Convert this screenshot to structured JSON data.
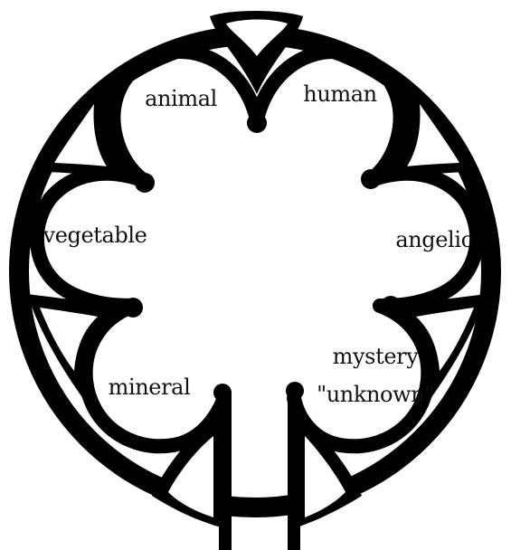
{
  "diagram": {
    "colors": {
      "ink": "#000000",
      "paper": "#ffffff",
      "text": "#111111"
    },
    "lobes": [
      {
        "key": "animal",
        "label": "animal"
      },
      {
        "key": "human",
        "label": "human"
      },
      {
        "key": "vegetable",
        "label": "vegetable"
      },
      {
        "key": "angelic",
        "label": "angelic"
      },
      {
        "key": "mineral",
        "label": "mineral"
      },
      {
        "key": "mystery",
        "label": "mystery",
        "label_line2": "\"unknown\""
      }
    ]
  }
}
